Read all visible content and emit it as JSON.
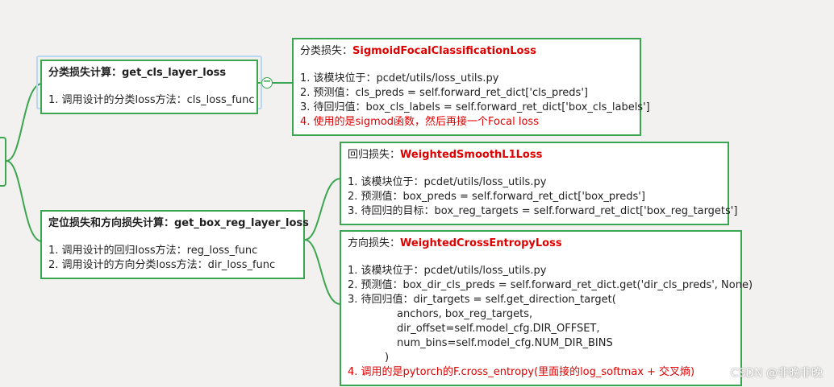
{
  "nodes": {
    "cls_calc": {
      "title": "分类损失计算：get_cls_layer_loss",
      "lines": [
        "1. 调用设计的分类loss方法：cls_loss_func"
      ]
    },
    "reg_calc": {
      "title": "定位损失和方向损失计算：get_box_reg_layer_loss",
      "lines": [
        "1. 调用设计的回归loss方法：reg_loss_func",
        "2. 调用设计的方向分类loss方法：dir_loss_func"
      ]
    },
    "cls_loss": {
      "title_prefix": "分类损失：",
      "title_name": "SigmoidFocalClassificationLoss",
      "lines": [
        "1. 该模块位于：pcdet/utils/loss_utils.py",
        "2. 预测值：cls_preds = self.forward_ret_dict['cls_preds']",
        "3. 待回归值：box_cls_labels = self.forward_ret_dict['box_cls_labels']"
      ],
      "red_line": "4. 使用的是sigmod函数，然后再接一个Focal loss"
    },
    "reg_loss": {
      "title_prefix": "回归损失：",
      "title_name": "WeightedSmoothL1Loss",
      "lines": [
        "1. 该模块位于：pcdet/utils/loss_utils.py",
        "2. 预测值：box_preds = self.forward_ret_dict['box_preds']",
        "3. 待回归的目标：box_reg_targets = self.forward_ret_dict['box_reg_targets']"
      ]
    },
    "dir_loss": {
      "title_prefix": "方向损失：",
      "title_name": "WeightedCrossEntropyLoss",
      "lines": [
        "1. 该模块位于：pcdet/utils/loss_utils.py",
        "2. 预测值：box_dir_cls_preds = self.forward_ret_dict.get('dir_cls_preds', None)",
        "3. 待回归值：dir_targets = self.get_direction_target("
      ],
      "indent_lines": [
        "anchors, box_reg_targets,",
        "dir_offset=self.model_cfg.DIR_OFFSET,",
        "num_bins=self.model_cfg.NUM_DIR_BINS"
      ],
      "close_paren": ")",
      "red_line": "4. 调用的是pytorch的F.cross_entropy(里面接的log_softmax + 交叉熵)"
    }
  },
  "collapse_symbol": "−",
  "watermark": "CSDN @非晚非晚",
  "colors": {
    "border": "#3aa64f",
    "highlight": "#e00000",
    "background": "#f2f1ef",
    "selection": "#b9d6f2"
  }
}
